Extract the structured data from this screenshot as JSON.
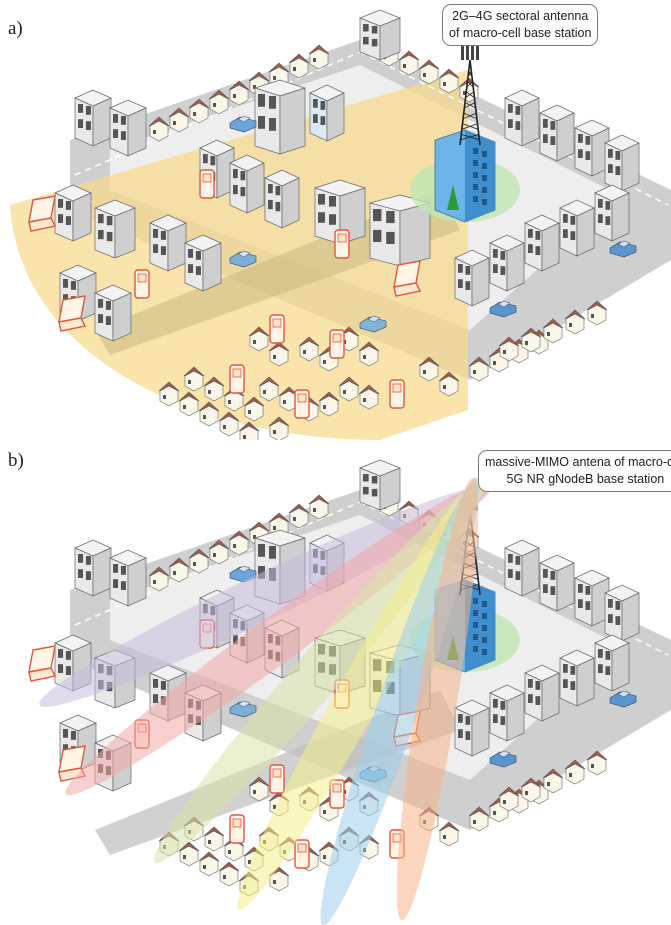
{
  "panels": [
    {
      "label": "a)",
      "callout": [
        "2G–4G sectoral antenna",
        "of macro-cell base station"
      ],
      "coverage": "single sector",
      "coverage_color": "#f7d98a"
    },
    {
      "label": "b)",
      "callout": [
        "massive-MIMO antena of macro-cell",
        "5G NR gNodeB base station"
      ],
      "coverage": "multiple beams",
      "beam_colors": [
        "#c8b9dc",
        "#f0a8a8",
        "#d9e4a8",
        "#f4ee8a",
        "#9dd0ec",
        "#f6b48a"
      ]
    }
  ],
  "icons": [
    "building-icon",
    "house-icon",
    "car-icon",
    "laptop-icon",
    "phone-icon",
    "antenna-tower-icon",
    "base-station-building-icon"
  ]
}
